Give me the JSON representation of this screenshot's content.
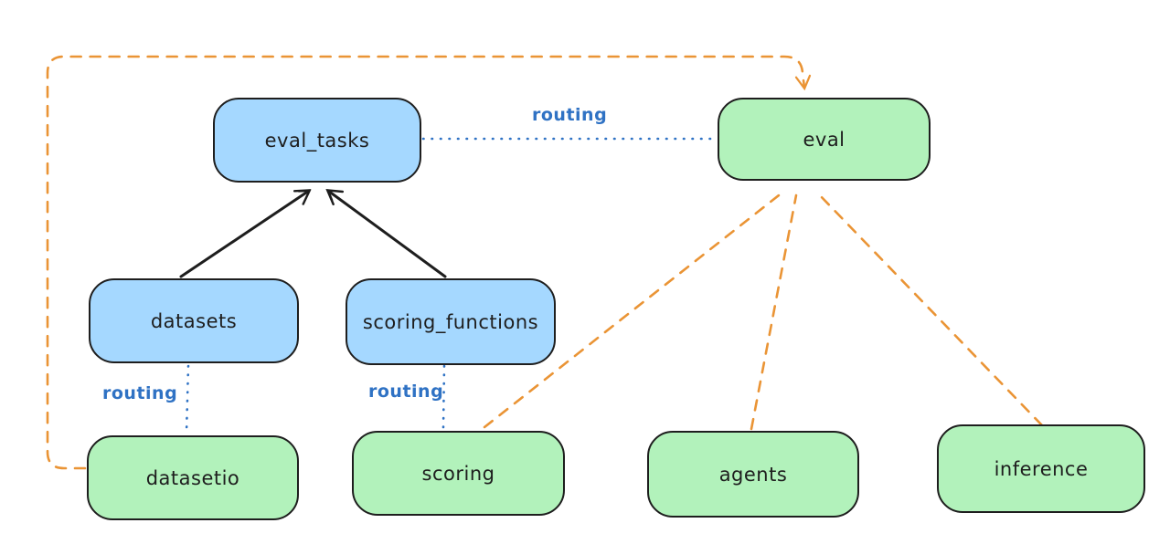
{
  "diagram": {
    "type": "architecture-routing-diagram",
    "background": "#ffffff",
    "colors": {
      "node_blue_fill": "#a5d8ff",
      "node_green_fill": "#b2f2bb",
      "node_stroke": "#1e1e1e",
      "solid_arrow": "#1e1e1e",
      "dashed_arrow_orange": "#ea9435",
      "dotted_line_blue": "#2f72c4",
      "routing_label_blue": "#2f72c4"
    },
    "nodes": {
      "eval_tasks": {
        "label": "eval_tasks",
        "color": "blue"
      },
      "eval": {
        "label": "eval",
        "color": "green"
      },
      "datasets": {
        "label": "datasets",
        "color": "blue"
      },
      "scoring_functions": {
        "label": "scoring_functions",
        "color": "blue"
      },
      "datasetio": {
        "label": "datasetio",
        "color": "green"
      },
      "scoring": {
        "label": "scoring",
        "color": "green"
      },
      "agents": {
        "label": "agents",
        "color": "green"
      },
      "inference": {
        "label": "inference",
        "color": "green"
      }
    },
    "edge_labels": {
      "routing_eval_tasks_to_eval": "routing",
      "routing_datasets_to_datasetio": "routing",
      "routing_scoring_functions_to_scoring": "routing"
    },
    "edges": [
      {
        "from": "datasets",
        "to": "eval_tasks",
        "style": "solid",
        "color": "black",
        "arrow": true
      },
      {
        "from": "scoring_functions",
        "to": "eval_tasks",
        "style": "solid",
        "color": "black",
        "arrow": true
      },
      {
        "from": "eval_tasks",
        "to": "eval",
        "style": "dotted",
        "color": "blue",
        "arrow": false,
        "label": "routing"
      },
      {
        "from": "datasets",
        "to": "datasetio",
        "style": "dotted",
        "color": "blue",
        "arrow": false,
        "label": "routing"
      },
      {
        "from": "scoring_functions",
        "to": "scoring",
        "style": "dotted",
        "color": "blue",
        "arrow": false,
        "label": "routing"
      },
      {
        "from": "datasetio",
        "to": "eval",
        "style": "dashed",
        "color": "orange",
        "arrow": true,
        "route": "left-edge-then-top"
      },
      {
        "from": "scoring",
        "to": "eval",
        "style": "dashed",
        "color": "orange",
        "arrow": true
      },
      {
        "from": "agents",
        "to": "eval",
        "style": "dashed",
        "color": "orange",
        "arrow": true
      },
      {
        "from": "inference",
        "to": "eval",
        "style": "dashed",
        "color": "orange",
        "arrow": true
      }
    ]
  }
}
